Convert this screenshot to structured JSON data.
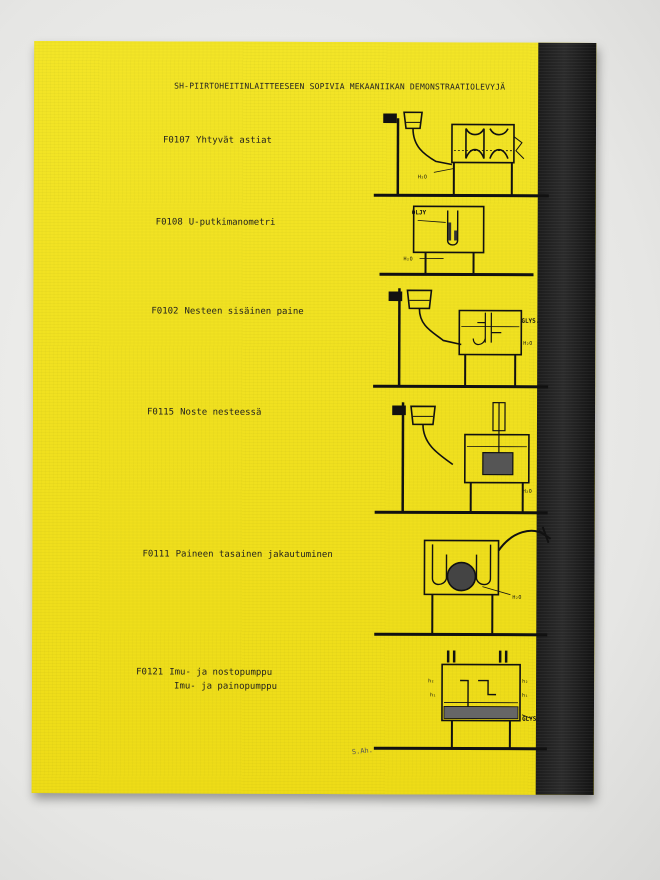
{
  "heading": "SH-PIIRTOHEITINLAITTEESEEN SOPIVIA MEKAANIIKAN DEMONSTRAATIOLEVYJÄ",
  "entries": [
    {
      "code": "F0107",
      "title": "Yhtyvät astiat"
    },
    {
      "code": "F0108",
      "title": "U-putkimanometri"
    },
    {
      "code": "F0102",
      "title": "Nesteen sisäinen paine"
    },
    {
      "code": "F0115",
      "title": "Noste nesteessä"
    },
    {
      "code": "F0111",
      "title": "Paineen tasainen jakautuminen"
    },
    {
      "code": "F0121",
      "title": "Imu- ja nostopumppu",
      "title2": "Imu- ja painopumppu"
    }
  ],
  "labels": {
    "h2o": "H₂O",
    "oljy": "ÖLJY",
    "glys": "GLYS.",
    "h1": "h₁",
    "h2": "h₂"
  },
  "signature": "S.Ah."
}
